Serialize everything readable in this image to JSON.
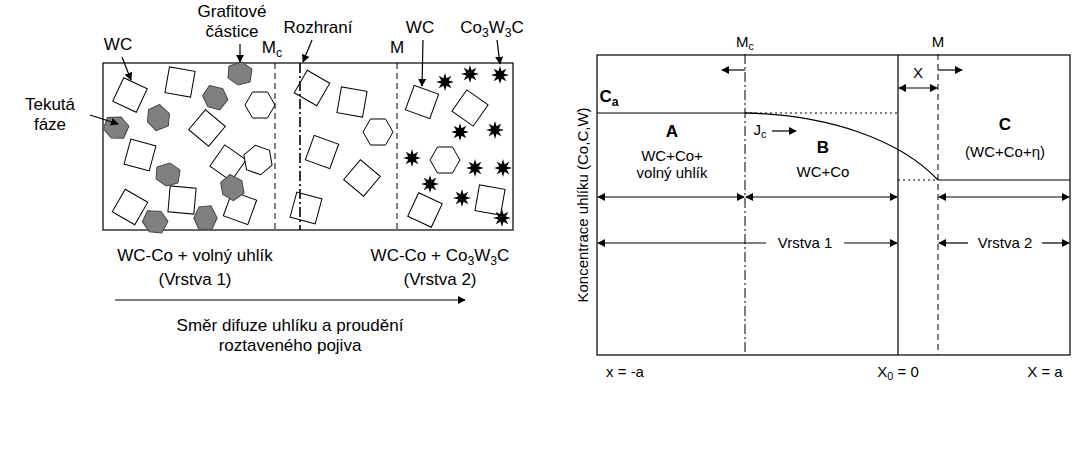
{
  "diagram": {
    "labels": [
      "WC",
      "Grafitové částice",
      "Rozhraní",
      "Mc",
      "M",
      "WC",
      "Co3W3C",
      "Tekutá fáze",
      "WC-Co + volný uhlík",
      "(Vrstva 1)",
      "WC-Co + Co3W3C",
      "(Vrstva 2)",
      "Směr difuze uhlíku a proudění roztaveného pojiva",
      "Koncentrace uhlíku (Co,C,W)",
      "Mc",
      "M",
      "Ca",
      "X",
      "A",
      "WC+Co+ volný uhlík",
      "Jc",
      "B",
      "WC+Co",
      "C",
      "(WC+Co+η)",
      "Vrstva 1",
      "Vrstva 2",
      "x = -a",
      "X0 = 0",
      "X = a"
    ]
  }
}
